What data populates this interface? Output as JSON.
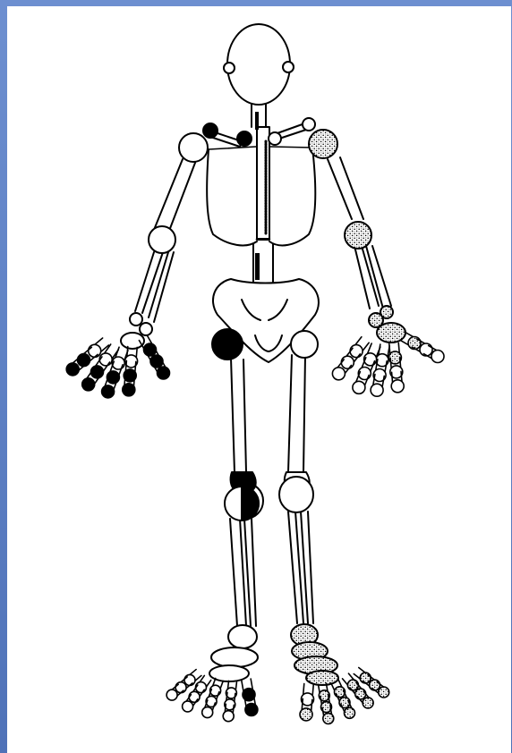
{
  "figure": {
    "frame_color": "#5a7fc4",
    "background": "#ffffff",
    "ink": "#000000",
    "legend_states": [
      "open",
      "solid",
      "stippled",
      "half-solid"
    ]
  }
}
